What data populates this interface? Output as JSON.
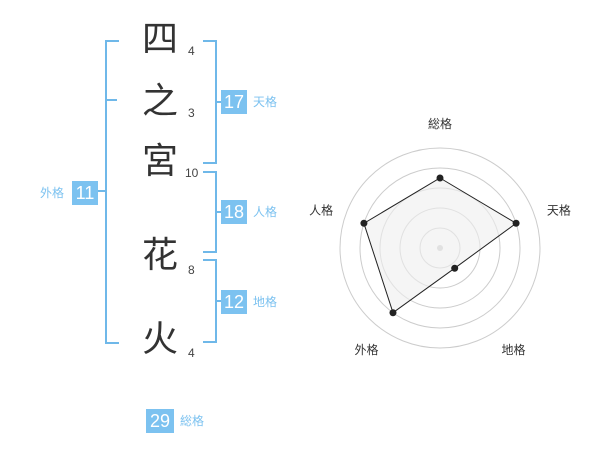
{
  "name_chars": [
    {
      "char": "四",
      "strokes": "4"
    },
    {
      "char": "之",
      "strokes": "3"
    },
    {
      "char": "宮",
      "strokes": "10"
    },
    {
      "char": "花",
      "strokes": "8"
    },
    {
      "char": "火",
      "strokes": "4"
    }
  ],
  "kaku": {
    "tenkaku": {
      "value": "17",
      "label": "天格"
    },
    "jinkaku": {
      "value": "18",
      "label": "人格"
    },
    "chikaku": {
      "value": "12",
      "label": "地格"
    },
    "gaikaku": {
      "value": "11",
      "label": "外格"
    },
    "soukaku": {
      "value": "29",
      "label": "総格"
    }
  },
  "chart_data": {
    "type": "radar",
    "axes": [
      "総格",
      "天格",
      "地格",
      "外格",
      "人格"
    ],
    "values": [
      0.7,
      0.8,
      0.25,
      0.8,
      0.8
    ],
    "range": [
      0,
      1
    ],
    "colors": {
      "fill": "#efefef",
      "line": "#222222",
      "ring": "#cccccc",
      "center": "#cccccc"
    }
  },
  "colors": {
    "accent": "#7cc2f0",
    "bracket": "#6fb8e9"
  }
}
